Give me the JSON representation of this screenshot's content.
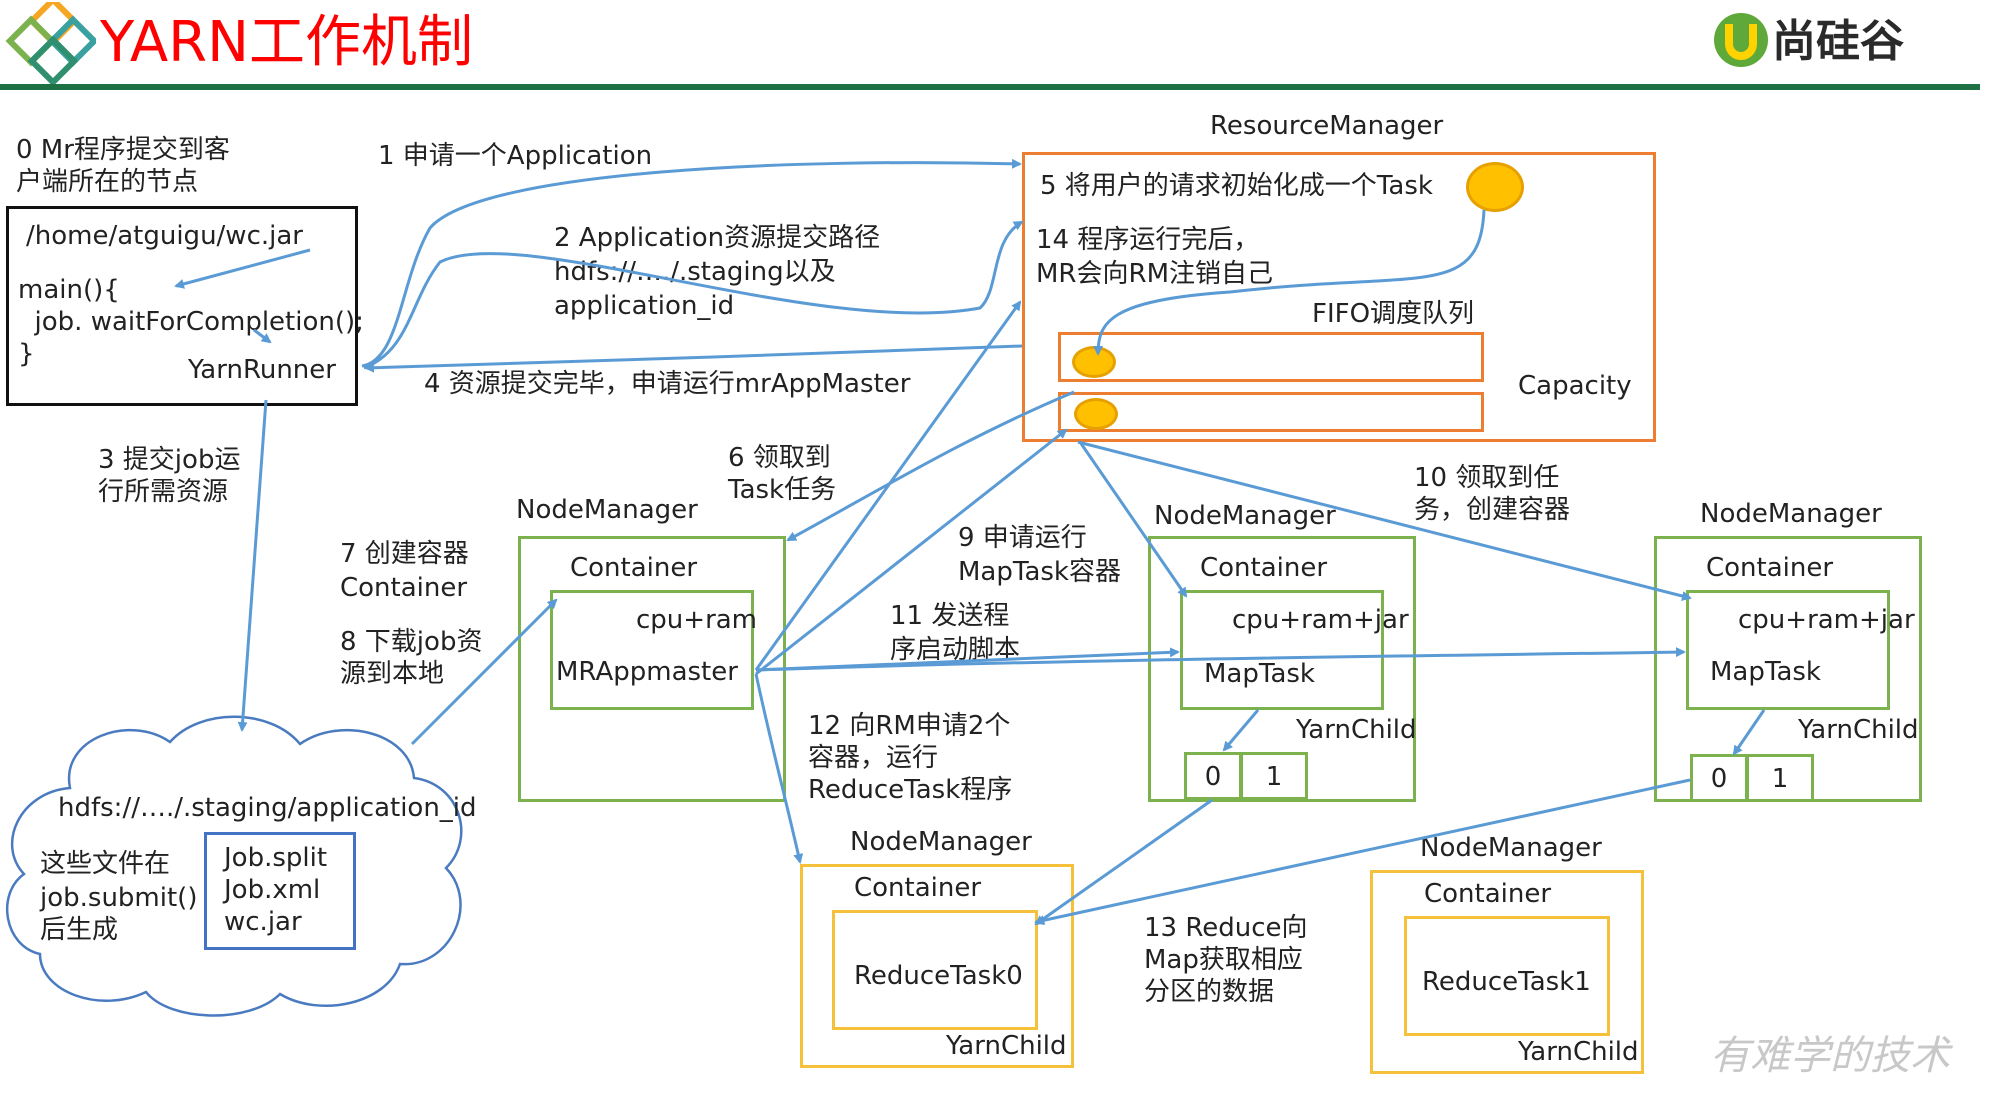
{
  "title": "YARN工作机制",
  "logo": "尚硅谷",
  "watermark": "有难学的技术",
  "colors": {
    "title": "#ff0000",
    "arrow": "#5b9bd5",
    "rm_border": "#ed7d31",
    "nm_border": "#7bb24e",
    "reduce_border": "#f5c13b",
    "files_border": "#4472c4",
    "task_dot": "#ffc000",
    "header_line": "#1e7145"
  },
  "client": {
    "caption": [
      "0 Mr程序提交到客",
      "户端所在的节点"
    ],
    "path": "/home/atguigu/wc.jar",
    "code": [
      "main(){",
      "  job. waitForCompletion();",
      "}"
    ],
    "runner": "YarnRunner"
  },
  "steps": {
    "s1": [
      "1 申请一个Application"
    ],
    "s2": [
      "2 Application资源提交路径",
      "hdfs://…./.staging以及",
      "application_id"
    ],
    "s3": [
      "3 提交job运",
      "行所需资源"
    ],
    "s4": [
      "4 资源提交完毕，申请运行mrAppMaster"
    ],
    "s6": [
      "6 领取到",
      "Task任务"
    ],
    "s7": [
      "7 创建容器",
      "Container"
    ],
    "s8": [
      "8 下载job资",
      "源到本地"
    ],
    "s9": [
      "9 申请运行",
      "MapTask容器"
    ],
    "s10": [
      "10 领取到任",
      "务，创建容器"
    ],
    "s11": [
      "11 发送程",
      "序启动脚本"
    ],
    "s12": [
      "12 向RM申请2个",
      "容器，运行",
      "ReduceTask程序"
    ],
    "s13": [
      "13 Reduce向",
      "Map获取相应",
      "分区的数据"
    ]
  },
  "rm": {
    "label": "ResourceManager",
    "step5": "5 将用户的请求初始化成一个Task",
    "step14": [
      "14 程序运行完后，",
      "MR会向RM注销自己"
    ],
    "fifo": "FIFO调度队列",
    "capacity": "Capacity"
  },
  "hdfs": {
    "path": "hdfs://…./.staging/application_id",
    "note": [
      "这些文件在",
      "job.submit()",
      "后生成"
    ],
    "files": [
      "Job.split",
      "Job.xml",
      "wc.jar"
    ]
  },
  "nm_master": {
    "label": "NodeManager",
    "container": "Container",
    "res": "cpu+ram",
    "app": "MRAppmaster"
  },
  "nm_map1": {
    "label": "NodeManager",
    "container": "Container",
    "res": "cpu+ram+jar",
    "task": "MapTask",
    "child": "YarnChild",
    "partitions": [
      "0",
      "1"
    ]
  },
  "nm_map2": {
    "label": "NodeManager",
    "container": "Container",
    "res": "cpu+ram+jar",
    "task": "MapTask",
    "child": "YarnChild",
    "partitions": [
      "0",
      "1"
    ]
  },
  "nm_reduce0": {
    "label": "NodeManager",
    "container": "Container",
    "task": "ReduceTask0",
    "child": "YarnChild"
  },
  "nm_reduce1": {
    "label": "NodeManager",
    "container": "Container",
    "task": "ReduceTask1",
    "child": "YarnChild"
  }
}
